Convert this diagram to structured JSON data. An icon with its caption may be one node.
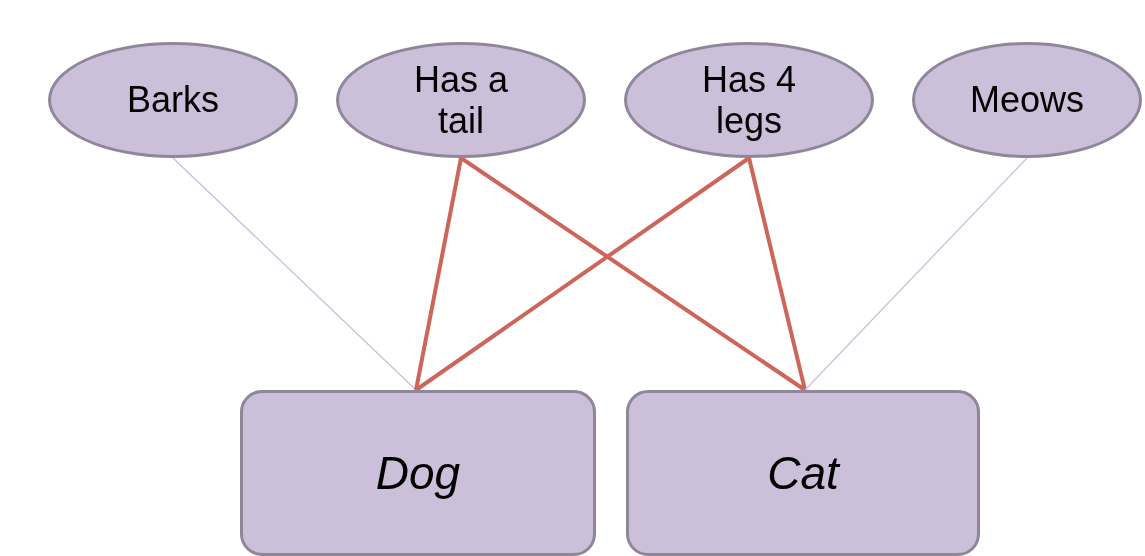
{
  "diagram": {
    "nodes": [
      {
        "text": [
          "Barks"
        ]
      },
      {
        "text": [
          "Has a tail"
        ]
      },
      {
        "text": [
          "Has 4 legs"
        ]
      },
      {
        "text": [
          "Meows"
        ]
      },
      {
        "text": [
          "Dog"
        ]
      },
      {
        "text": [
          "Cat"
        ]
      }
    ],
    "edges": [
      {
        "from": 0,
        "to": 4,
        "arrow": "none",
        "color": "#c8c0dc"
      },
      {
        "from": 1,
        "to": 4,
        "arrow": "none"
      },
      {
        "from": 1,
        "to": 5,
        "arrow": "none"
      },
      {
        "from": 2,
        "to": 4,
        "arrow": "none"
      },
      {
        "from": 2,
        "to": 5,
        "arrow": "none"
      },
      {
        "from": 3,
        "to": 5,
        "arrow": "none",
        "color": "#c8c0dc"
      }
    ]
  }
}
